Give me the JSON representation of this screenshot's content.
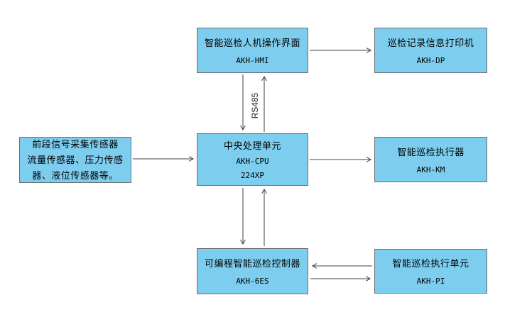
{
  "colors": {
    "background": "#ffffff",
    "box_fill": "#7dcdee",
    "box_border": "#6e6e6e",
    "arrow": "#404040",
    "text": "#000000"
  },
  "boxes": {
    "hmi": {
      "title": "智能巡检人机操作界面",
      "code": "AKH-HMI"
    },
    "dp": {
      "title": "巡检记录信息打印机",
      "code": "AKH-DP"
    },
    "sensors": {
      "line1": "前段信号采集传感器",
      "line2": "流量传感器、压力传感",
      "line3": "器、液位传感器等。"
    },
    "cpu": {
      "title": "中央处理单元",
      "code": "AKH-CPU",
      "model": "224XP"
    },
    "km": {
      "title": "智能巡检执行器",
      "code": "AKH-KM"
    },
    "es": {
      "title": "可编程智能巡检控制器",
      "code": "AKH-6ES"
    },
    "pi": {
      "title": "智能巡检执行单元",
      "code": "AKH-PI"
    }
  },
  "labels": {
    "rs485": "RS485"
  }
}
